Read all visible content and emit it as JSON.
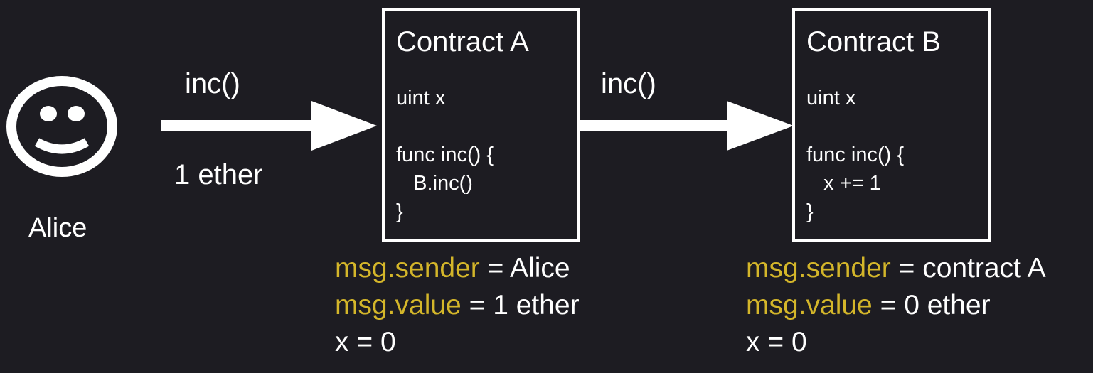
{
  "actor": {
    "name": "Alice",
    "icon": "smiley-face-icon"
  },
  "edge_alice_a": {
    "call": "inc()",
    "value": "1 ether"
  },
  "edge_a_b": {
    "call": "inc()"
  },
  "contract_a": {
    "title": "Contract A",
    "code": [
      "uint x",
      "func inc() {",
      "   B.inc()",
      "}"
    ],
    "info": [
      {
        "key": "msg.sender",
        "rest": " = Alice"
      },
      {
        "key": "msg.value",
        "rest": " = 1 ether"
      },
      {
        "key": "",
        "rest": "x = 0"
      }
    ]
  },
  "contract_b": {
    "title": "Contract B",
    "code": [
      "uint x",
      "func inc() {",
      "   x += 1",
      "}"
    ],
    "info": [
      {
        "key": "msg.sender",
        "rest": " = contract A"
      },
      {
        "key": "msg.value",
        "rest": " = 0 ether"
      },
      {
        "key": "",
        "rest": "x = 0"
      }
    ]
  },
  "colors": {
    "background": "#1d1c22",
    "foreground": "#ffffff",
    "keyword": "#d4b62a"
  }
}
